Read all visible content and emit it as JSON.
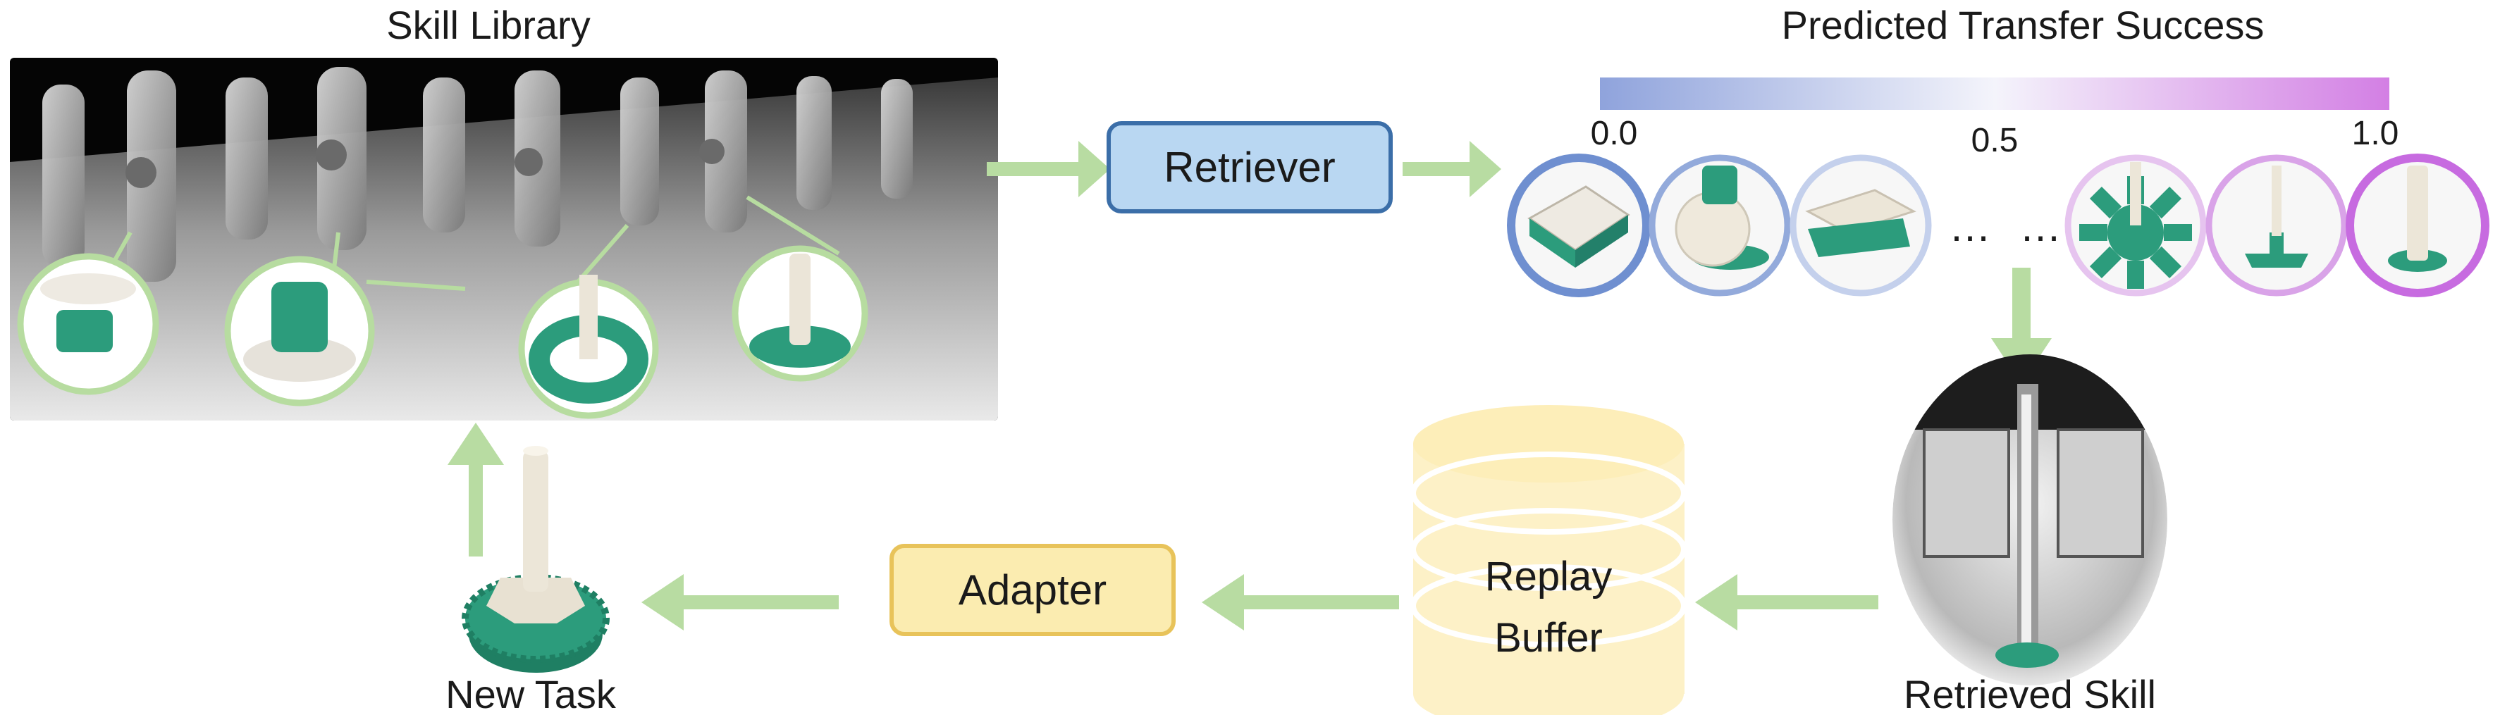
{
  "labels": {
    "skill_library": "Skill Library",
    "predicted_transfer_success": "Predicted Transfer Success",
    "retriever": "Retriever",
    "adapter": "Adapter",
    "replay_buffer_line1": "Replay",
    "replay_buffer_line2": "Buffer",
    "new_task": "New Task",
    "retrieved_skill": "Retrieved Skill",
    "ellipsis_left": "…",
    "ellipsis_right": "…"
  },
  "colorbar": {
    "ticks": [
      {
        "label": "0.0",
        "value": 0.0
      },
      {
        "label": "0.5",
        "value": 0.5
      },
      {
        "label": "1.0",
        "value": 1.0
      }
    ],
    "color_low": "#8fa3dc",
    "color_mid": "#f4f4fb",
    "color_high": "#d37fe4"
  },
  "skill_circles": [
    {
      "name": "skill-circle-1",
      "score": 0.0,
      "ring_color": "#6f8fd0",
      "object": "housing-box"
    },
    {
      "name": "skill-circle-2",
      "score": 0.1,
      "ring_color": "#93aadb",
      "object": "round-knob"
    },
    {
      "name": "skill-circle-3",
      "score": 0.25,
      "ring_color": "#c4d0ec",
      "object": "bracket"
    },
    {
      "name": "skill-circle-4",
      "score": 0.7,
      "ring_color": "#e6c4ef",
      "object": "spoked-gear"
    },
    {
      "name": "skill-circle-5",
      "score": 0.85,
      "ring_color": "#d9a3e8",
      "object": "peg-on-plate"
    },
    {
      "name": "skill-circle-6",
      "score": 1.0,
      "ring_color": "#c76be0",
      "object": "peg-on-disk"
    }
  ],
  "colors": {
    "arrow": "#b8dca2",
    "retriever_fill": "#b9d7f2",
    "retriever_stroke": "#3b6ea8",
    "adapter_fill": "#fbecb0",
    "adapter_stroke": "#e8c35a",
    "buffer_fill": "#fdf1c7",
    "teal": "#2c9c7c",
    "cream": "#efe9dc"
  }
}
